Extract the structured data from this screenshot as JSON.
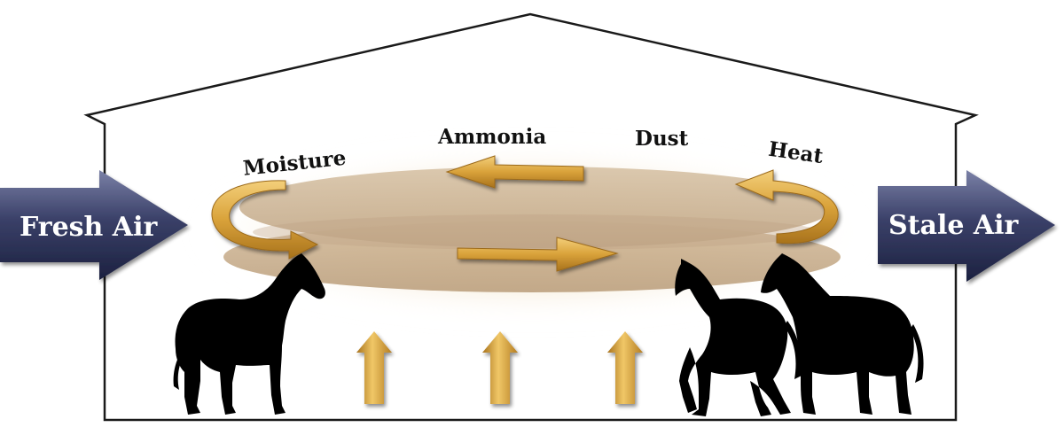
{
  "diagram": {
    "inflow_label": "Fresh Air",
    "outflow_label": "Stale Air",
    "pollutants": {
      "moisture": "Moisture",
      "ammonia": "Ammonia",
      "dust": "Dust",
      "heat": "Heat"
    },
    "colors": {
      "air_arrow_dark": "#1f2547",
      "air_arrow_light": "#6b7196",
      "swirl_gold": "#d79a2e",
      "cloud_tan": "#c9b39a",
      "horse": "#000000",
      "barn_outline": "#1a1a1a"
    },
    "icons": [
      "barn-outline",
      "horse-silhouette",
      "rising-heat-arrow",
      "circulation-arrow"
    ]
  }
}
